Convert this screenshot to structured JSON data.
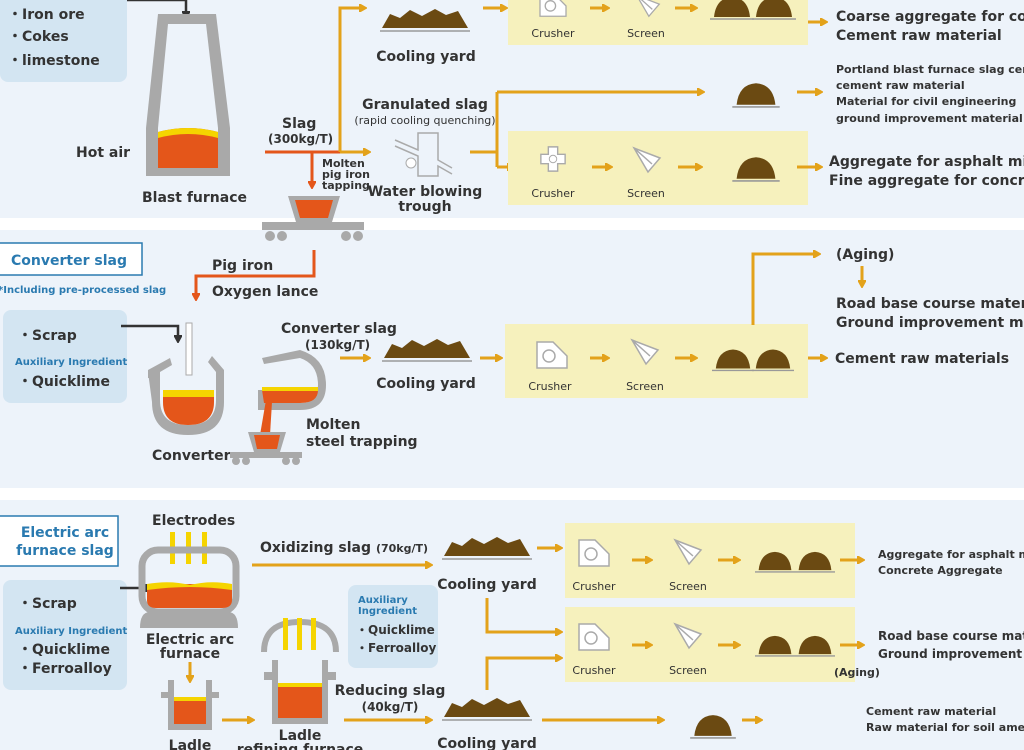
{
  "colors": {
    "background": "#edf3fa",
    "process_box": "#f6f1bd",
    "input_box": "#d3e5f2",
    "slag_flow": "#e3a21a",
    "molten_flow": "#e4561a",
    "pile": "#6b4a12",
    "label_blue": "#2a7ab0"
  },
  "blast": {
    "inputs": [
      "・Iron ore",
      "・Cokes",
      "・limestone"
    ],
    "hot_air": "Hot air",
    "furnace": "Blast furnace",
    "slag": "Slag",
    "slag_amount": "(300kg/T)",
    "tapping": [
      "Molten",
      "pig iron",
      "tapping"
    ],
    "granulated": "Granulated slag",
    "granulated_note": "(rapid cooling quenching)",
    "trough": [
      "Water blowing",
      "trough"
    ],
    "cooling_yard": "Cooling yard",
    "crusher": "Crusher",
    "screen": "Screen",
    "uses_1": [
      "Coarse aggregate for concrete",
      "Cement raw material"
    ],
    "uses_2": [
      "Portland blast furnace slag cement",
      "cement raw material",
      "Material for civil engineering",
      "ground improvement material"
    ],
    "uses_3": [
      "Aggregate for asphalt mixture",
      "Fine aggregate for concrete"
    ]
  },
  "converter": {
    "title": "Converter slag",
    "note": "*Including pre-processed slag",
    "scrap": "・Scrap",
    "aux": "Auxiliary Ingredient",
    "quicklime": "・Quicklime",
    "pig_iron": "Pig iron",
    "lance": "Oxygen lance",
    "converter": "Converter",
    "molten": [
      "Molten",
      "steel trapping"
    ],
    "slag": "Converter slag",
    "slag_amount": "(130kg/T)",
    "cooling_yard": "Cooling yard",
    "crusher": "Crusher",
    "screen": "Screen",
    "aging": "(Aging)",
    "uses_aging": [
      "Road base course material",
      "Ground improvement material"
    ],
    "uses_cement": "Cement raw materials"
  },
  "eaf": {
    "title": [
      "Electric arc",
      "furnace slag"
    ],
    "scrap": "・Scrap",
    "aux": "Auxiliary Ingredient",
    "quicklime": "・Quicklime",
    "ferroalloy": "・Ferroalloy",
    "electrodes": "Electrodes",
    "furnace": [
      "Electric arc",
      "furnace"
    ],
    "ladle": "Ladle",
    "lrf": [
      "Ladle",
      "refining furnace"
    ],
    "aux2": [
      "Auxiliary",
      "Ingredient"
    ],
    "quicklime2": "・Quicklime",
    "ferroalloy2": "・Ferroalloy",
    "oxidizing": "Oxidizing slag",
    "oxidizing_amount": "(70kg/T)",
    "reducing": "Reducing slag",
    "reducing_amount": "(40kg/T)",
    "cooling_yard": "Cooling yard",
    "crusher": "Crusher",
    "screen": "Screen",
    "aging": "(Aging)",
    "uses_1": [
      "Aggregate for asphalt mixture",
      "Concrete Aggregate"
    ],
    "uses_2": [
      "Road base course material",
      "Ground improvement material"
    ],
    "uses_3": [
      "Cement raw material",
      "Raw material for soil amendment"
    ]
  }
}
